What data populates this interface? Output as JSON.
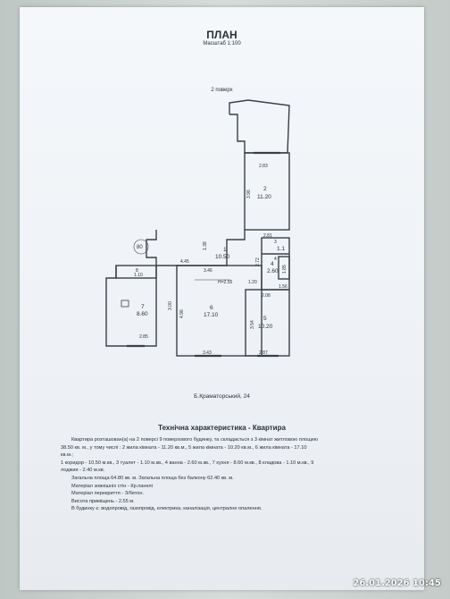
{
  "header": {
    "title": "ПЛАН",
    "scale": "Масштаб 1:100",
    "floor": "2 поверх"
  },
  "plan": {
    "rooms": [
      {
        "num": "1",
        "area": "10.50"
      },
      {
        "num": "2",
        "area": "11.20"
      },
      {
        "num": "3",
        "area": "1.1"
      },
      {
        "num": "4",
        "area": "2.60"
      },
      {
        "num": "5",
        "area": "10.20"
      },
      {
        "num": "6",
        "area": "17.10"
      },
      {
        "num": "7",
        "area": "8.60"
      },
      {
        "num": "8",
        "area": "1.10"
      }
    ],
    "dims": [
      "2.83",
      "3.96",
      "2.81",
      "1.38",
      "3.46",
      "4.45",
      "2.72",
      "1.20",
      "2.08",
      "1.56",
      "3.00",
      "4.96",
      "2.85",
      "3.43",
      "3.54",
      "2.87",
      "3",
      "4"
    ],
    "height_label": "Н=2.55",
    "stair_marker": "80",
    "box_label": "1.85"
  },
  "address": "Б.Краматорський, 24",
  "tech": {
    "title": "Технічна характеристика - Квартира",
    "lines": [
      "Квартира розташован(а) на 2 поверсі 9 поверхового будинку, та складається з 3 кімнат житловою площею",
      "38.50 кв. м., у тому числі : 2 жила кімната - 11.20 кв.м., 5 жила кімната - 10.20 кв.м., 6 жила кімната - 17.10",
      "кв.м.;",
      "1 коридор - 10.50 м.кв., 3 туалет - 1.10 м.кв., 4 ванна - 2.60 м.кв., 7 кухня - 8.60 м.кв., 8 кладова - 1.10 м.кв., 9",
      "лоджия - 2.40 м.кв.",
      "Загальна площа 64.80 кв. м.  Загальна площа без балкону 62.40 кв. м.",
      "Матеріал зовнішніх стін - Кр.панелі",
      "Матеріал перекриття - З/бетон.",
      "Висота приміщень - 2.55 м.",
      "В будинку є: водопровід, газопровід, електрика, каналізація, централне опалення."
    ]
  },
  "timestamp": "26.01.2026  10:45"
}
